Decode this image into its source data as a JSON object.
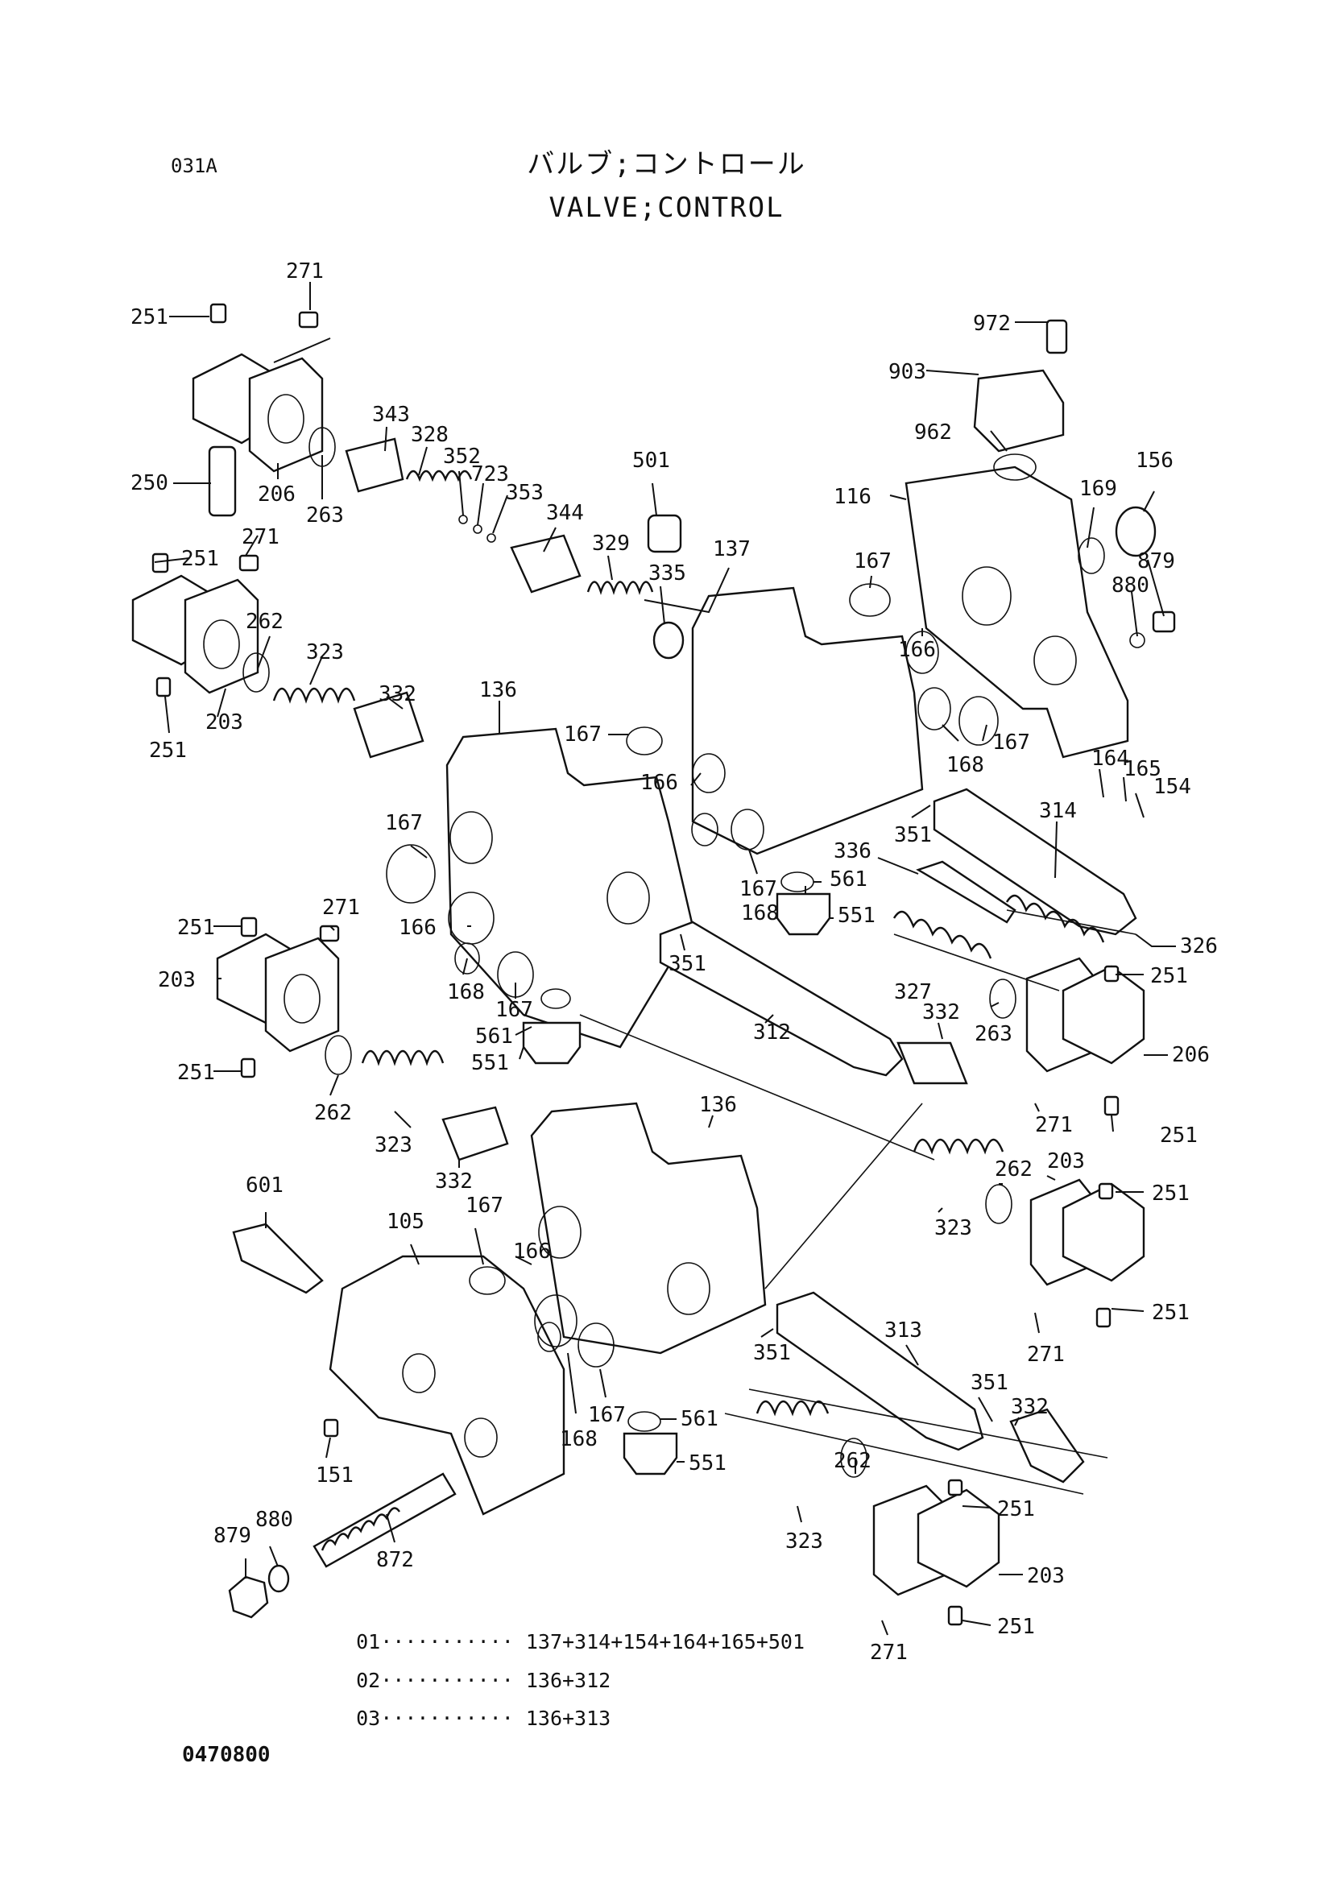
{
  "header": {
    "page_code": "031A",
    "title_jp": "バルブ;コントロール",
    "title_en": "VALVE;CONTROL"
  },
  "footer": {
    "doc_number": "0470800"
  },
  "legend": [
    {
      "code": "01",
      "parts": "137+314+154+164+165+501"
    },
    {
      "code": "02",
      "parts": "136+312"
    },
    {
      "code": "03",
      "parts": "136+313"
    }
  ],
  "labels": {
    "l271a": "271",
    "l251a": "251",
    "l250": "250",
    "l206a": "206",
    "l263a": "263",
    "l343": "343",
    "l328": "328",
    "l352": "352",
    "l723": "723",
    "l353": "353",
    "l344": "344",
    "l501": "501",
    "l329": "329",
    "l335": "335",
    "l137": "137",
    "l972": "972",
    "l903": "903",
    "l962": "962",
    "l116": "116",
    "l169": "169",
    "l156": "156",
    "l879a": "879",
    "l880a": "880",
    "l167a": "167",
    "l166a": "166",
    "l168a": "168",
    "l167b": "167",
    "l271b": "271",
    "l251b": "251",
    "l262a": "262",
    "l323a": "323",
    "l332a": "332",
    "l203a": "203",
    "l251c": "251",
    "l136a": "136",
    "l167c": "167",
    "l166b": "166",
    "l164": "164",
    "l165": "165",
    "l154": "154",
    "l314": "314",
    "l351a": "351",
    "l336": "336",
    "l561a": "561",
    "l551a": "551",
    "l167d": "167",
    "l168b": "168",
    "l326": "326",
    "l167e": "167",
    "l166c": "166",
    "l168c": "168",
    "l167f": "167",
    "l351b": "351",
    "l561b": "561",
    "l551b": "551",
    "l312": "312",
    "l332b": "332",
    "l327": "327",
    "l263b": "263",
    "l251d": "251",
    "l206b": "206",
    "l271c": "271",
    "l251e": "251",
    "l251f": "251",
    "l271d": "271",
    "l203b": "203",
    "l251g": "251",
    "l262b": "262",
    "l323b": "323",
    "l332c": "332",
    "l136b": "136",
    "l262c": "262",
    "l203c": "203",
    "l251h": "251",
    "l323c": "323",
    "l251i": "251",
    "l271e": "271",
    "l601": "601",
    "l105": "105",
    "l167g": "167",
    "l166d": "166",
    "l313": "313",
    "l351c": "351",
    "l351d": "351",
    "l332d": "332",
    "l167h": "167",
    "l561c": "561",
    "l168d": "168",
    "l551c": "551",
    "l151": "151",
    "l879b": "879",
    "l880b": "880",
    "l872": "872",
    "l323d": "323",
    "l262d": "262",
    "l251j": "251",
    "l203d": "203",
    "l251k": "251",
    "l271f": "271"
  }
}
